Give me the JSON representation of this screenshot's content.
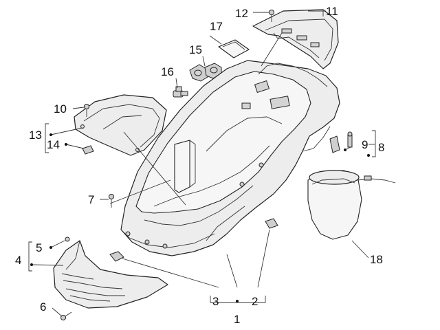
{
  "callouts": {
    "c1": "1",
    "c2": "2",
    "c3": "3",
    "c4": "4",
    "c5": "5",
    "c6": "6",
    "c7": "7",
    "c8": "8",
    "c9": "9",
    "c10": "10",
    "c11": "11",
    "c12": "12",
    "c13": "13",
    "c14": "14",
    "c15": "15",
    "c16": "16",
    "c17": "17",
    "c18": "18"
  },
  "colors": {
    "line": "#222222",
    "part_fill": "#ededed",
    "background": "#ffffff"
  }
}
